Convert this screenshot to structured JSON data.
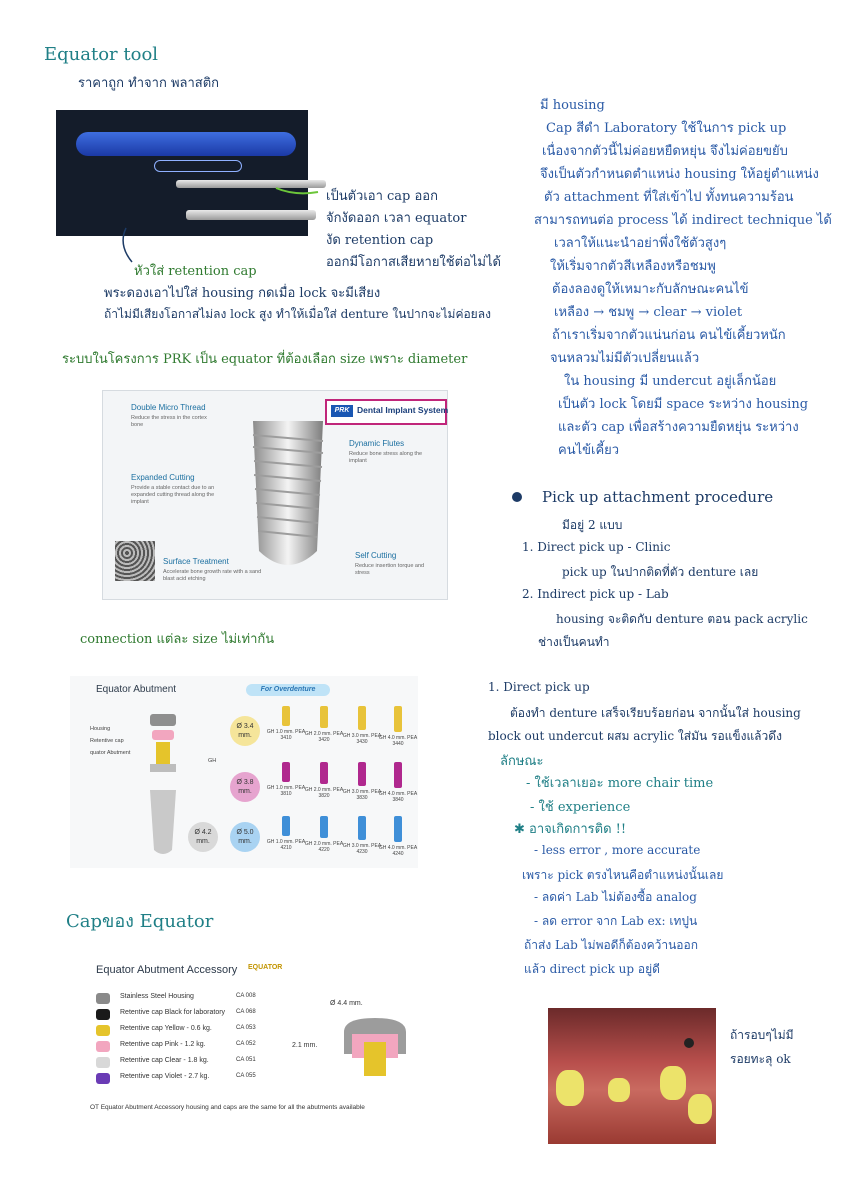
{
  "left": {
    "title": "Equator tool",
    "subtitle": "ราคาถูก ทำจาก พลาสติก",
    "tool_note": [
      "เป็นตัวเอา cap ออก",
      "จักงัดออก เวลา equator",
      "งัด retention cap",
      "ออกมีโอกาสเสียหายใช้ต่อไม่ได้"
    ],
    "tip_note": [
      "หัวใส่ retention cap",
      "พระดองเอาไปใส่ housing กดเมื่อ lock จะมีเสียง",
      "ถ้าไม่มีเสียงโอกาสไม่ลง lock สูง ทำให้เมื่อใส่ denture ในปากจะไม่ค่อยลง"
    ],
    "prk_heading": "ระบบในโครงการ PRK เป็น equator ที่ต้องเลือก size เพราะ diameter",
    "connection_note": "connection แต่ละ size ไม่เท่ากัน",
    "cap_heading": "Capของ Equator"
  },
  "implant_figure": {
    "brand_logo": "PRK",
    "brand_title": "Dental Implant System",
    "features": [
      {
        "title": "Double Micro Thread",
        "desc": "Reduce the stress in the cortex bone"
      },
      {
        "title": "Dynamic Flutes",
        "desc": "Reduce bone stress along the implant"
      },
      {
        "title": "Expanded Cutting",
        "desc": "Provide a stable contact due to an expanded cutting thread along the implant"
      },
      {
        "title": "Surface Treatment",
        "desc": "Accelerate bone growth rate with a sand blast acid etching"
      },
      {
        "title": "Self Cutting",
        "desc": "Reduce insertion torque and stress"
      }
    ]
  },
  "abutment_figure": {
    "title": "Equator Abutment",
    "pill": "For Overdenture",
    "parts": [
      "Housing",
      "Retentive cap",
      "quator Abutment"
    ],
    "gh_label": "GH",
    "diameters": [
      "Ø 3.4 mm.",
      "Ø 3.8 mm.",
      "Ø 4.2 mm.",
      "Ø 5.0 mm."
    ],
    "rows": [
      [
        "GH 1.0 mm. PEA 3410",
        "GH 2.0 mm. PEA 3420",
        "GH 3.0 mm. PEA 3430",
        "GH 4.0 mm. PEA 3440"
      ],
      [
        "GH 1.0 mm. PEA 3810",
        "GH 2.0 mm. PEA 3820",
        "GH 3.0 mm. PEA 3830",
        "GH 4.0 mm. PEA 3840"
      ],
      [
        "GH 1.0 mm. PEA 4210",
        "GH 2.0 mm. PEA 4220",
        "GH 3.0 mm. PEA 4230",
        "GH 4.0 mm. PEA 4240"
      ]
    ],
    "row_colors": [
      "#e8c33a",
      "#b0288e",
      "#3f8fd8"
    ]
  },
  "accessory_figure": {
    "title": "Equator Abutment Accessory",
    "brand": "EQUATOR",
    "items": [
      {
        "name": "Stainless Steel Housing",
        "code": "CA 008",
        "color": "#8a8a8a"
      },
      {
        "name": "Retentive cap Black for laboratory",
        "code": "CA 068",
        "color": "#1a1a1a"
      },
      {
        "name": "Retentive cap Yellow - 0.6 kg.",
        "code": "CA 053",
        "color": "#e5c42b"
      },
      {
        "name": "Retentive cap Pink - 1.2 kg.",
        "code": "CA 052",
        "color": "#f2a6bf"
      },
      {
        "name": "Retentive cap Clear - 1.8 kg.",
        "code": "CA 051",
        "color": "#d8d8d8"
      },
      {
        "name": "Retentive cap Violet - 2.7 kg.",
        "code": "CA 055",
        "color": "#6a3bb5"
      }
    ],
    "dim_width": "Ø 4.4 mm.",
    "dim_height": "2.1 mm.",
    "footnote": "OT Equator Abutment Accessory housing and caps are the same for all the abutments available"
  },
  "right": {
    "housing_lines": [
      "มี housing",
      "Cap สีดำ Laboratory ใช้ในการ pick up",
      "เนื่องจากตัวนี้ไม่ค่อยหยืดหยุ่น จึงไม่ค่อยขยับ",
      "จึงเป็นตัวกำหนดตำแหน่ง housing ให้อยู่ตำแหน่ง",
      "ตัว attachment ที่ใส่เข้าไป ทั้งทนความร้อน",
      "สามารถทนต่อ process ได้ indirect technique ได้",
      "เวลาให้แนะนำอย่าพึ่งใช้ตัวสูงๆ",
      "ให้เริ่มจากตัวสีเหลืองหรือชมพู",
      "ต้องลองดูให้เหมาะกับลักษณะคนไข้",
      "เหลือง → ชมพู → clear → violet",
      "ถ้าเราเริ่มจากตัวแน่นก่อน คนไข้เคี้ยวหนัก",
      "จนหลวมไม่มีตัวเปลี่ยนแล้ว",
      "ใน housing มี undercut อยู่เล็กน้อย",
      "เป็นตัว lock โดยมี space ระหว่าง housing",
      "และตัว cap เพื่อสร้างความยืดหยุ่น ระหว่าง",
      "คนไข้เคี้ยว"
    ],
    "pickup_title": "Pick up attachment procedure",
    "pickup_lines": [
      "มีอยู่ 2 แบบ",
      "1. Direct pick up - Clinic",
      "pick up ในปากติดที่ตัว denture เลย",
      "2. Indirect pick up - Lab",
      "housing จะติดกับ denture ตอน pack acrylic",
      "ช่างเป็นคนทำ"
    ],
    "direct_lines": [
      "1. Direct pick up",
      "ต้องทำ denture เสร็จเรียบร้อยก่อน จากนั้นใส่ housing",
      "block out undercut ผสม acrylic ใส่มัน รอแข็งแล้วดึง",
      "ลักษณะ",
      "- ใช้เวลาเยอะ more chair time",
      "- ใช้ experience",
      "✱ อาจเกิดการติด !!",
      "- less error , more accurate",
      "เพราะ pick ตรงไหนคือตำแหน่งนั้นเลย",
      "- ลดค่า Lab ไม่ต้องซื้อ analog",
      "- ลด error จาก Lab ex: เทปูน",
      "ถ้าส่ง Lab ไม่พอดีก็ต้องคว้านออก",
      "แล้ว direct pick up อยู่ดี"
    ],
    "photo_note": [
      "ถ้ารอบๆไม่มี",
      "รอยทะลุ ok"
    ]
  }
}
